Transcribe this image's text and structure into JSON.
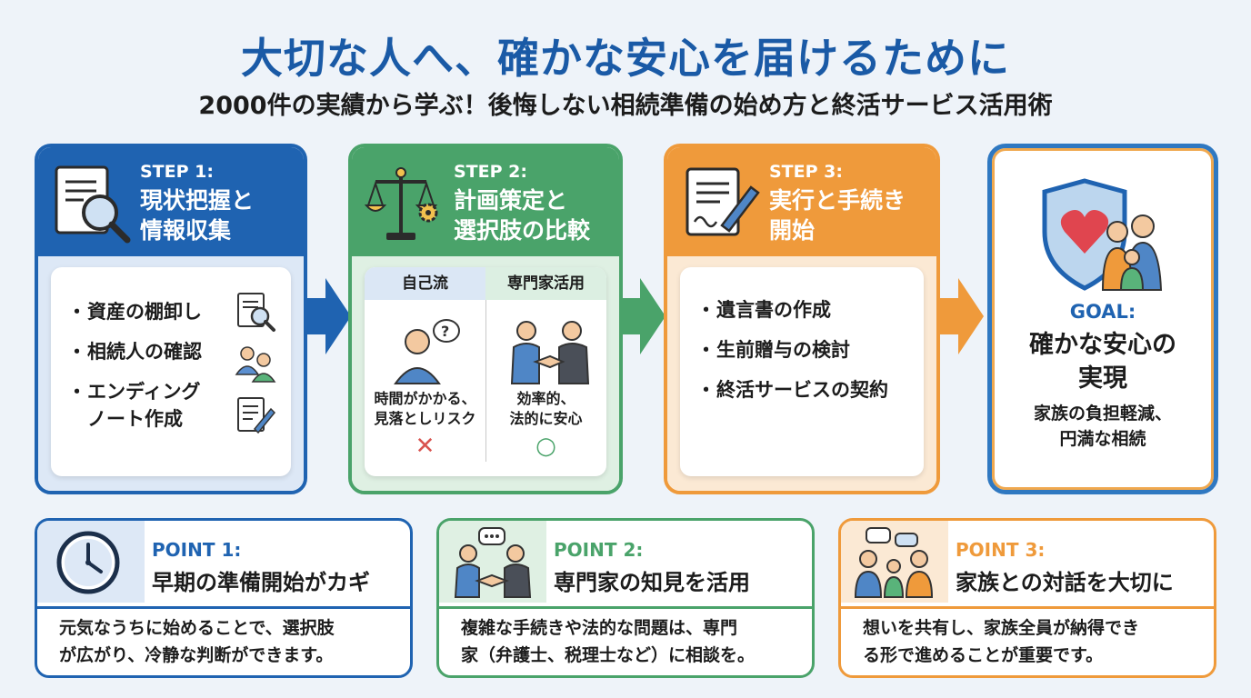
{
  "header": {
    "title": "大切な人へ、確かな安心を届けるために",
    "subtitle": "2000件の実績から学ぶ！後悔しない相続準備の始め方と終活サービス活用術"
  },
  "steps": [
    {
      "label": "STEP 1:",
      "name_line1": "現状把握と",
      "name_line2": "情報収集",
      "color": "#1f63b1",
      "items": [
        "資産の棚卸し",
        "相続人の確認",
        "エンディング",
        "ノート作成"
      ]
    },
    {
      "label": "STEP 2:",
      "name_line1": "計画策定と",
      "name_line2": "選択肢の比較",
      "color": "#4aa36a",
      "compare": {
        "left_header": "自己流",
        "right_header": "専門家活用",
        "left_line1": "時間がかかる、",
        "left_line2": "見落としリスク",
        "left_mark": "✕",
        "right_line1": "効率的、",
        "right_line2": "法的に安心",
        "right_mark": "○"
      }
    },
    {
      "label": "STEP 3:",
      "name_line1": "実行と手続き",
      "name_line2": "開始",
      "color": "#ef9a3b",
      "items": [
        "遺言書の作成",
        "生前贈与の検討",
        "終活サービスの契約"
      ]
    }
  ],
  "goal": {
    "label": "GOAL:",
    "name_line1": "確かな安心の",
    "name_line2": "実現",
    "desc_line1": "家族の負担軽減、",
    "desc_line2": "円満な相続"
  },
  "points": [
    {
      "label": "POINT 1:",
      "name": "早期の準備開始がカギ",
      "desc_line1": "元気なうちに始めることで、選択肢",
      "desc_line2": "が広がり、冷静な判断ができます。"
    },
    {
      "label": "POINT 2:",
      "name": "専門家の知見を活用",
      "desc_line1": "複雑な手続きや法的な問題は、専門",
      "desc_line2": "家（弁護士、税理士など）に相談を。"
    },
    {
      "label": "POINT 3:",
      "name": "家族との対話を大切に",
      "desc_line1": "想いを共有し、家族全員が納得でき",
      "desc_line2": "る形で進めることが重要です。"
    }
  ],
  "colors": {
    "blue": "#1f63b1",
    "green": "#4aa36a",
    "orange": "#ef9a3b",
    "cross": "#d9534f",
    "circle": "#4aa36a"
  }
}
